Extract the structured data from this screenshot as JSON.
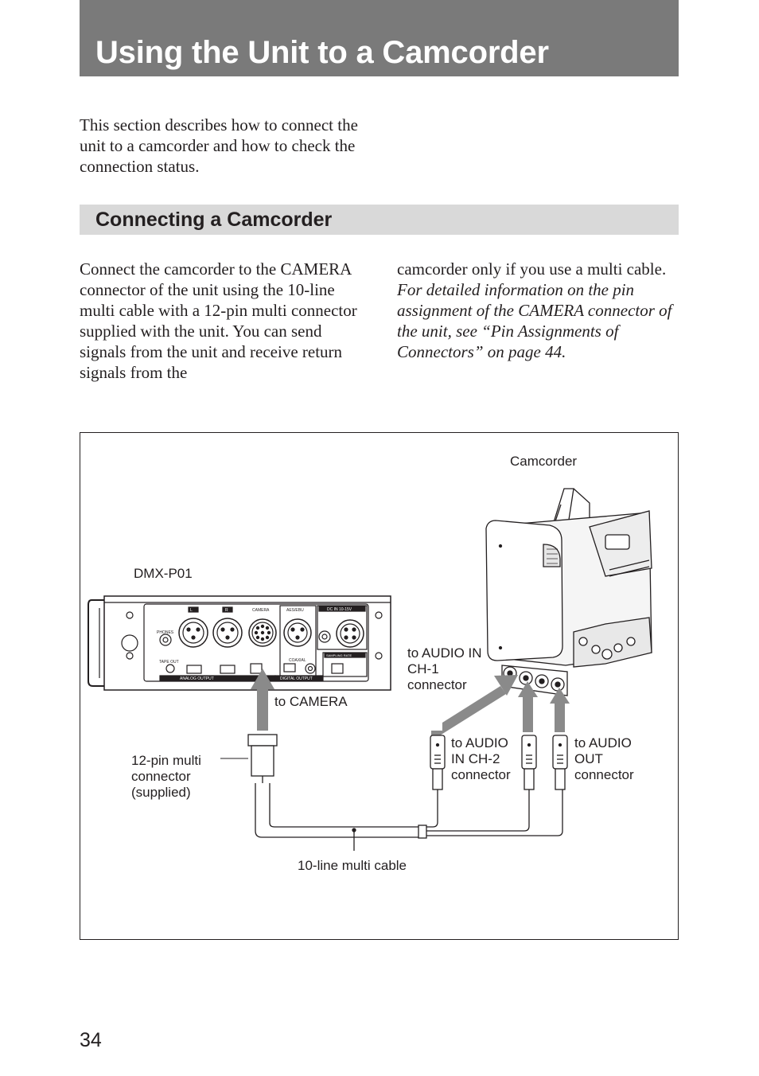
{
  "page": {
    "title": "Using the Unit to a Camcorder",
    "intro": "This section describes how to connect the unit to a camcorder and how to check the connection status.",
    "section_title": "Connecting a Camcorder",
    "body_col1": "Connect the camcorder to the CAMERA connector of the unit using the 10-line multi cable with a 12-pin multi connector supplied with the unit. You can send signals from the unit and receive return signals from the",
    "body_col2": "camcorder only if you use a multi cable.",
    "body_col2_ref": "For detailed information on the pin assignment of the CAMERA connector of the unit, see “Pin Assignments of Connectors” on page 44.",
    "page_number": "34"
  },
  "figure": {
    "labels": {
      "camcorder": "Camcorder",
      "unit": "DMX-P01",
      "to_camera": "to CAMERA",
      "audio_in_ch1": "to AUDIO IN\nCH-1\nconnector",
      "audio_in_ch2": "to AUDIO\nIN CH-2\nconnector",
      "audio_out": "to AUDIO\nOUT\nconnector",
      "multi_connector": "12-pin multi\nconnector\n(supplied)",
      "cable": "10-line multi cable"
    },
    "panel_text": {
      "l": "L",
      "r": "R",
      "camera": "CAMERA",
      "aes_ebu": "AES/EBU",
      "dc_in": "DC IN 10-15V",
      "phones": "PHONES",
      "tape_out": "TAPE OUT",
      "analog_output": "ANALOG OUTPUT",
      "coaxial": "COAXIAL",
      "digital_output": "DIGITAL OUTPUT",
      "sampling_rate": "SAMPLING RATE"
    }
  }
}
